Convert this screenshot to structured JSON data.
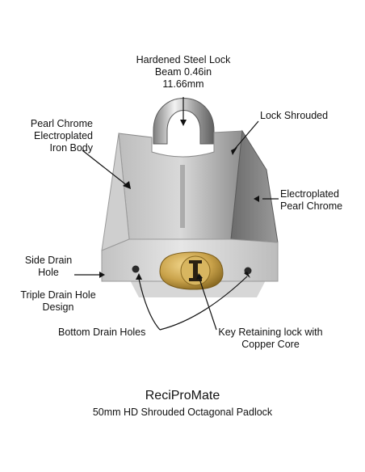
{
  "annotations": {
    "beam": [
      "Hardened Steel Lock",
      "Beam 0.46in",
      "11.66mm"
    ],
    "body": [
      "Pearl Chrome",
      "Electroplated",
      "Iron Body"
    ],
    "shroud": [
      "Lock Shrouded"
    ],
    "plating": [
      "Electroplated",
      "Pearl Chrome"
    ],
    "side_drain": [
      "Side Drain",
      "Hole"
    ],
    "triple_drain": [
      "Triple Drain Hole",
      "Design"
    ],
    "bottom_drain": [
      "Bottom Drain Holes"
    ],
    "key_lock": [
      "Key Retaining lock with",
      "Copper Core"
    ]
  },
  "brand": "ReciProMate",
  "subtitle": "50mm HD Shrouded Octagonal Padlock",
  "colors": {
    "brass": "#c9a24a",
    "chrome": "#c8c8c8"
  }
}
